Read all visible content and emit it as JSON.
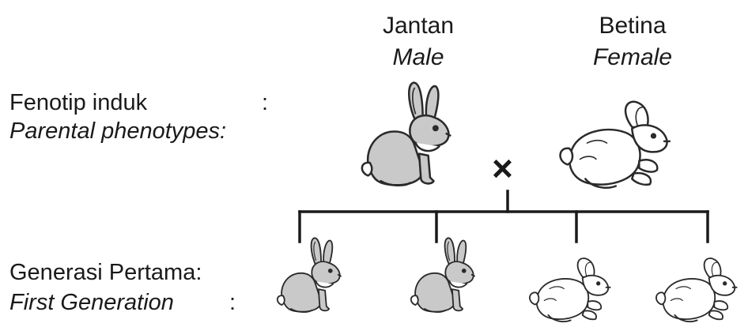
{
  "headers": {
    "male": {
      "line1": "Jantan",
      "line2": "Male"
    },
    "female": {
      "line1": "Betina",
      "line2": "Female"
    }
  },
  "rows": {
    "parental": {
      "line1": "Fenotip induk",
      "colon1": ":",
      "line2": "Parental phenotypes:"
    },
    "first_gen": {
      "line1": "Generasi Pertama:",
      "line2": "First Generation",
      "colon2": ":"
    }
  },
  "cross_symbol": "×",
  "colors": {
    "grey_fur": "#c9c9c9",
    "white_fur": "#ffffff",
    "outline": "#2a2a2a"
  },
  "offspring": [
    {
      "phenotype": "grey",
      "icon": "grey-rabbit-icon"
    },
    {
      "phenotype": "grey",
      "icon": "grey-rabbit-icon"
    },
    {
      "phenotype": "white",
      "icon": "white-rabbit-icon"
    },
    {
      "phenotype": "white",
      "icon": "white-rabbit-icon"
    }
  ]
}
